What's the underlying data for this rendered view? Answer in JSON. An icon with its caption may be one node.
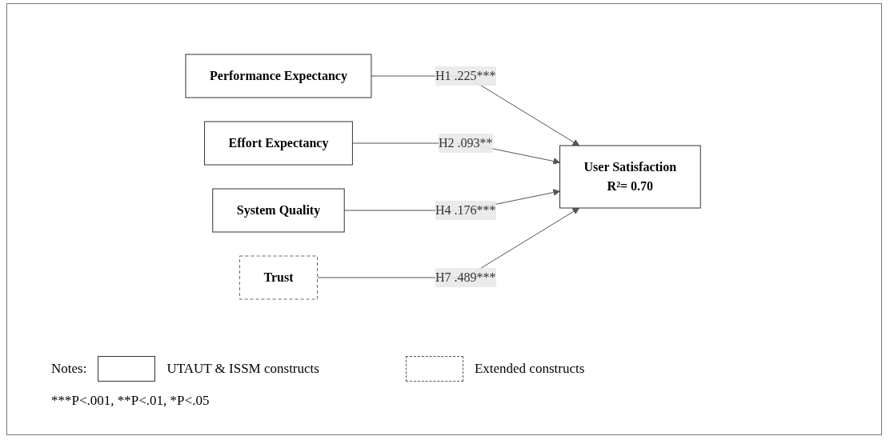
{
  "diagram": {
    "nodes": [
      {
        "text": [
          "Performance Expectancy"
        ]
      },
      {
        "text": [
          "Effort Expectancy"
        ]
      },
      {
        "text": [
          "System Quality"
        ]
      },
      {
        "text": [
          "Trust"
        ]
      },
      {
        "text": [
          "User Satisfaction",
          "R²= 0.70"
        ]
      }
    ],
    "edges": [
      {
        "from": 0,
        "to": 4,
        "arrow": "to",
        "label": "H1 .225***"
      },
      {
        "from": 1,
        "to": 4,
        "arrow": "to",
        "label": "H2 .093**"
      },
      {
        "from": 2,
        "to": 4,
        "arrow": "to",
        "label": "H4 .176***"
      },
      {
        "from": 3,
        "to": 4,
        "arrow": "to",
        "label": "H7 .489***"
      }
    ],
    "labels": [
      "Notes:",
      "***P<.001, **P<.01, *P<.05"
    ],
    "legend": [
      {
        "text": "UTAUT & ISSM constructs"
      },
      {
        "text": "Extended constructs"
      }
    ]
  }
}
